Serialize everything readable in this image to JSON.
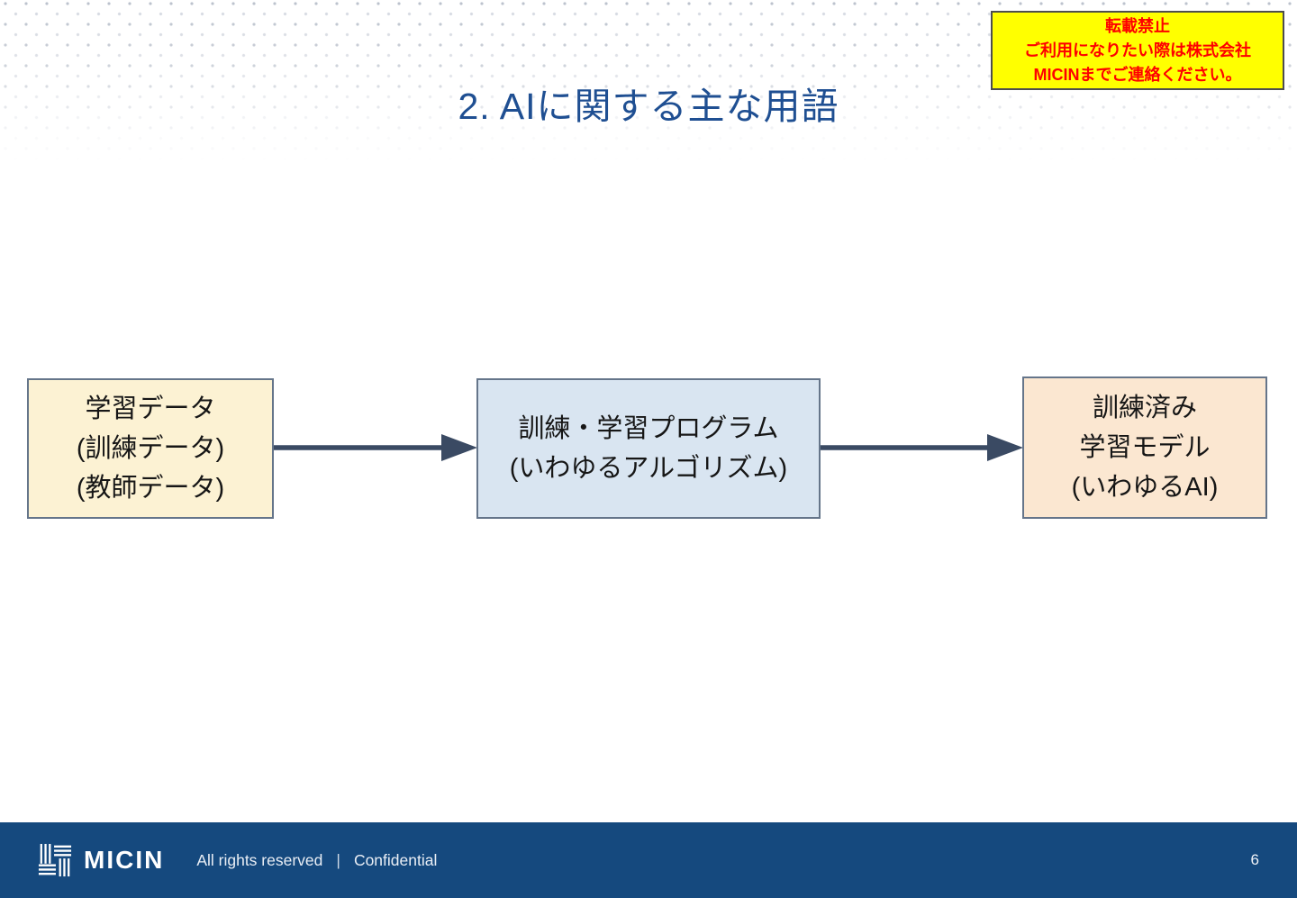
{
  "slide": {
    "title": "2. AIに関する主な用語",
    "page_number": "6"
  },
  "notice": {
    "lines": [
      "転載禁止",
      "ご利用になりたい際は株式会社",
      "MICINまでご連絡ください。"
    ],
    "bg_color": "#FFFF00",
    "text_color": "#FE0000"
  },
  "diagram": {
    "boxes": [
      {
        "id": "training-data",
        "lines": [
          "学習データ",
          "(訓練データ)",
          "(教師データ)"
        ],
        "fill": "#FCF2D3",
        "border": "#65758A"
      },
      {
        "id": "training-program",
        "lines": [
          "訓練・学習プログラム",
          "(いわゆるアルゴリズム)"
        ],
        "fill": "#D9E5F1",
        "border": "#65758A"
      },
      {
        "id": "trained-model",
        "lines": [
          "訓練済み",
          "学習モデル",
          "(いわゆるAI)"
        ],
        "fill": "#FBE7D1",
        "border": "#65758A"
      }
    ],
    "arrow_color": "#3a4a63"
  },
  "footer": {
    "brand": "MICIN",
    "rights": "All rights reserved",
    "separator": "|",
    "confidential": "Confidential",
    "bg_color": "#15497E"
  }
}
